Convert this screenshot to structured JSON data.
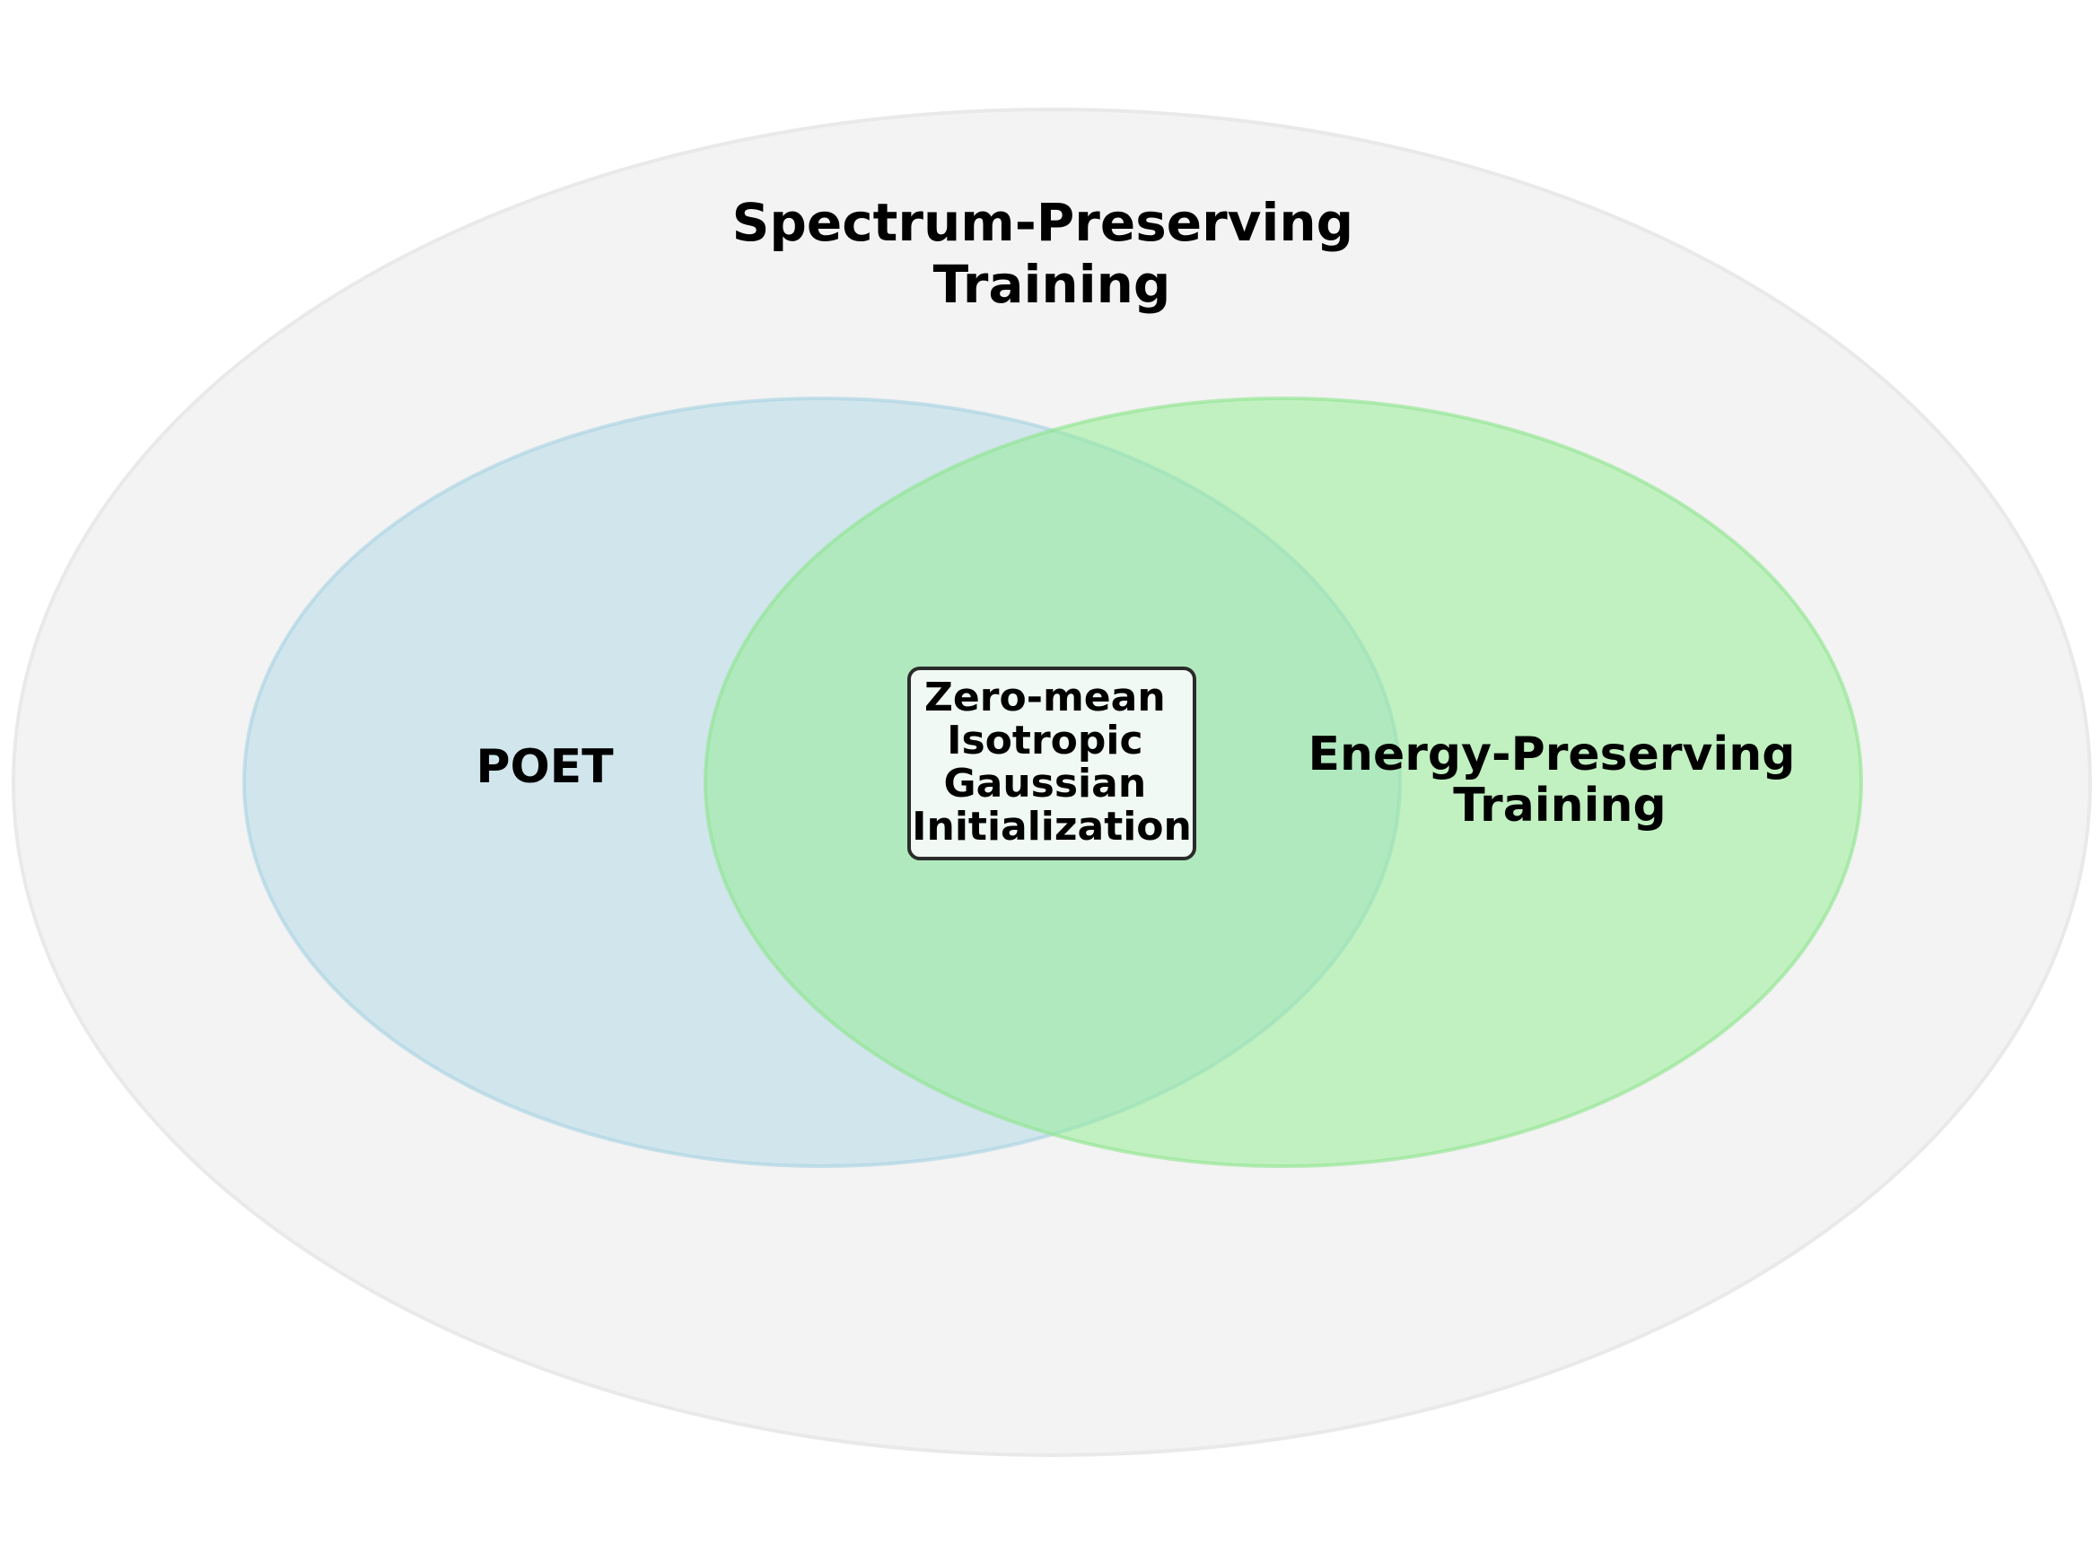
{
  "diagram": {
    "outer": {
      "label_line1": "Spectrum-Preserving",
      "label_line2": "Training",
      "fill": "#f3f3f3",
      "stroke": "#e9e9e9"
    },
    "left_set": {
      "label": "POET",
      "fill": "#add8e6",
      "stroke": "#a7d2e2"
    },
    "right_set": {
      "label_line1": "Energy-Preserving",
      "label_line2": "Training",
      "fill": "#90ee90",
      "stroke": "#8ee48e"
    },
    "intersection": {
      "label_line1": "Zero-mean",
      "label_line2": "Isotropic",
      "label_line3": "Gaussian",
      "label_line4": "Initialization",
      "box_fill": "#f0f9f3",
      "box_stroke": "#2b2b2b"
    }
  }
}
